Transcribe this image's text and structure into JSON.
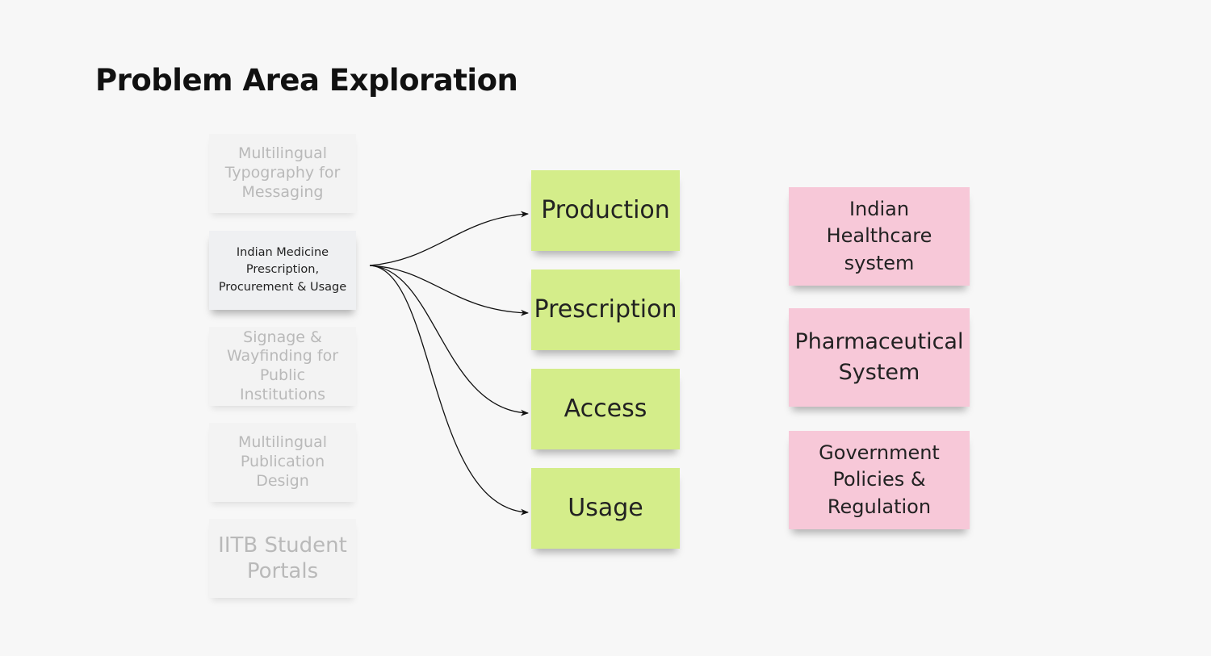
{
  "title": "Problem Area Exploration",
  "left_topics": [
    {
      "label": "Multilingual Typography for Messaging",
      "state": "faded"
    },
    {
      "label": "Indian Medicine Prescription, Procurement & Usage",
      "state": "active"
    },
    {
      "label": "Signage & Wayfinding for Public Institutions",
      "state": "faded"
    },
    {
      "label": "Multilingual Publication Design",
      "state": "faded"
    },
    {
      "label": "IITB Student Portals",
      "state": "faded"
    }
  ],
  "stages": [
    {
      "label": "Production"
    },
    {
      "label": "Prescription"
    },
    {
      "label": "Access"
    },
    {
      "label": "Usage"
    }
  ],
  "systems": [
    {
      "label": "Indian Healthcare system"
    },
    {
      "label": "Pharmaceutical System"
    },
    {
      "label": "Government Policies & Regulation"
    }
  ],
  "colors": {
    "background": "#f7f7f7",
    "stage_note": "#d4ed8a",
    "system_note": "#f7c8d8",
    "faded_note": "#f3f3f3",
    "faded_text": "#b9b9b9",
    "connector": "#111111"
  }
}
